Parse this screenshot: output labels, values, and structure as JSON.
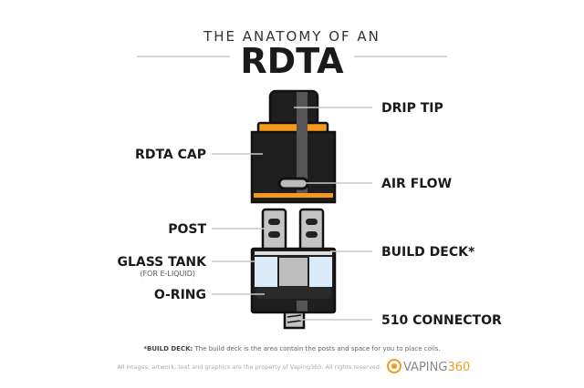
{
  "header": {
    "pretitle": "THE ANATOMY OF AN",
    "title": "RDTA"
  },
  "labels": {
    "drip_tip": "DRIP TIP",
    "rdta_cap": "RDTA CAP",
    "air_flow": "AIR FLOW",
    "post": "POST",
    "build_deck": "BUILD DECK*",
    "glass_tank": "GLASS TANK",
    "glass_tank_sub": "(FOR E-LIQUID)",
    "o_ring": "O-RING",
    "connector": "510 CONNECTOR"
  },
  "footer": {
    "note_label": "*BUILD DECK:",
    "note_text": " The build deck is the area contain the posts and space for you to place coils.",
    "copyright": "All images, artwork, text and graphics are the property of Vaping360. All rights reserved.",
    "brand_a": "VAPING",
    "brand_b": "360"
  },
  "colors": {
    "orange": "#f39a1e",
    "dark": "#1e1e1e",
    "glass": "#dcebf8",
    "metal": "#c4c4c4"
  }
}
